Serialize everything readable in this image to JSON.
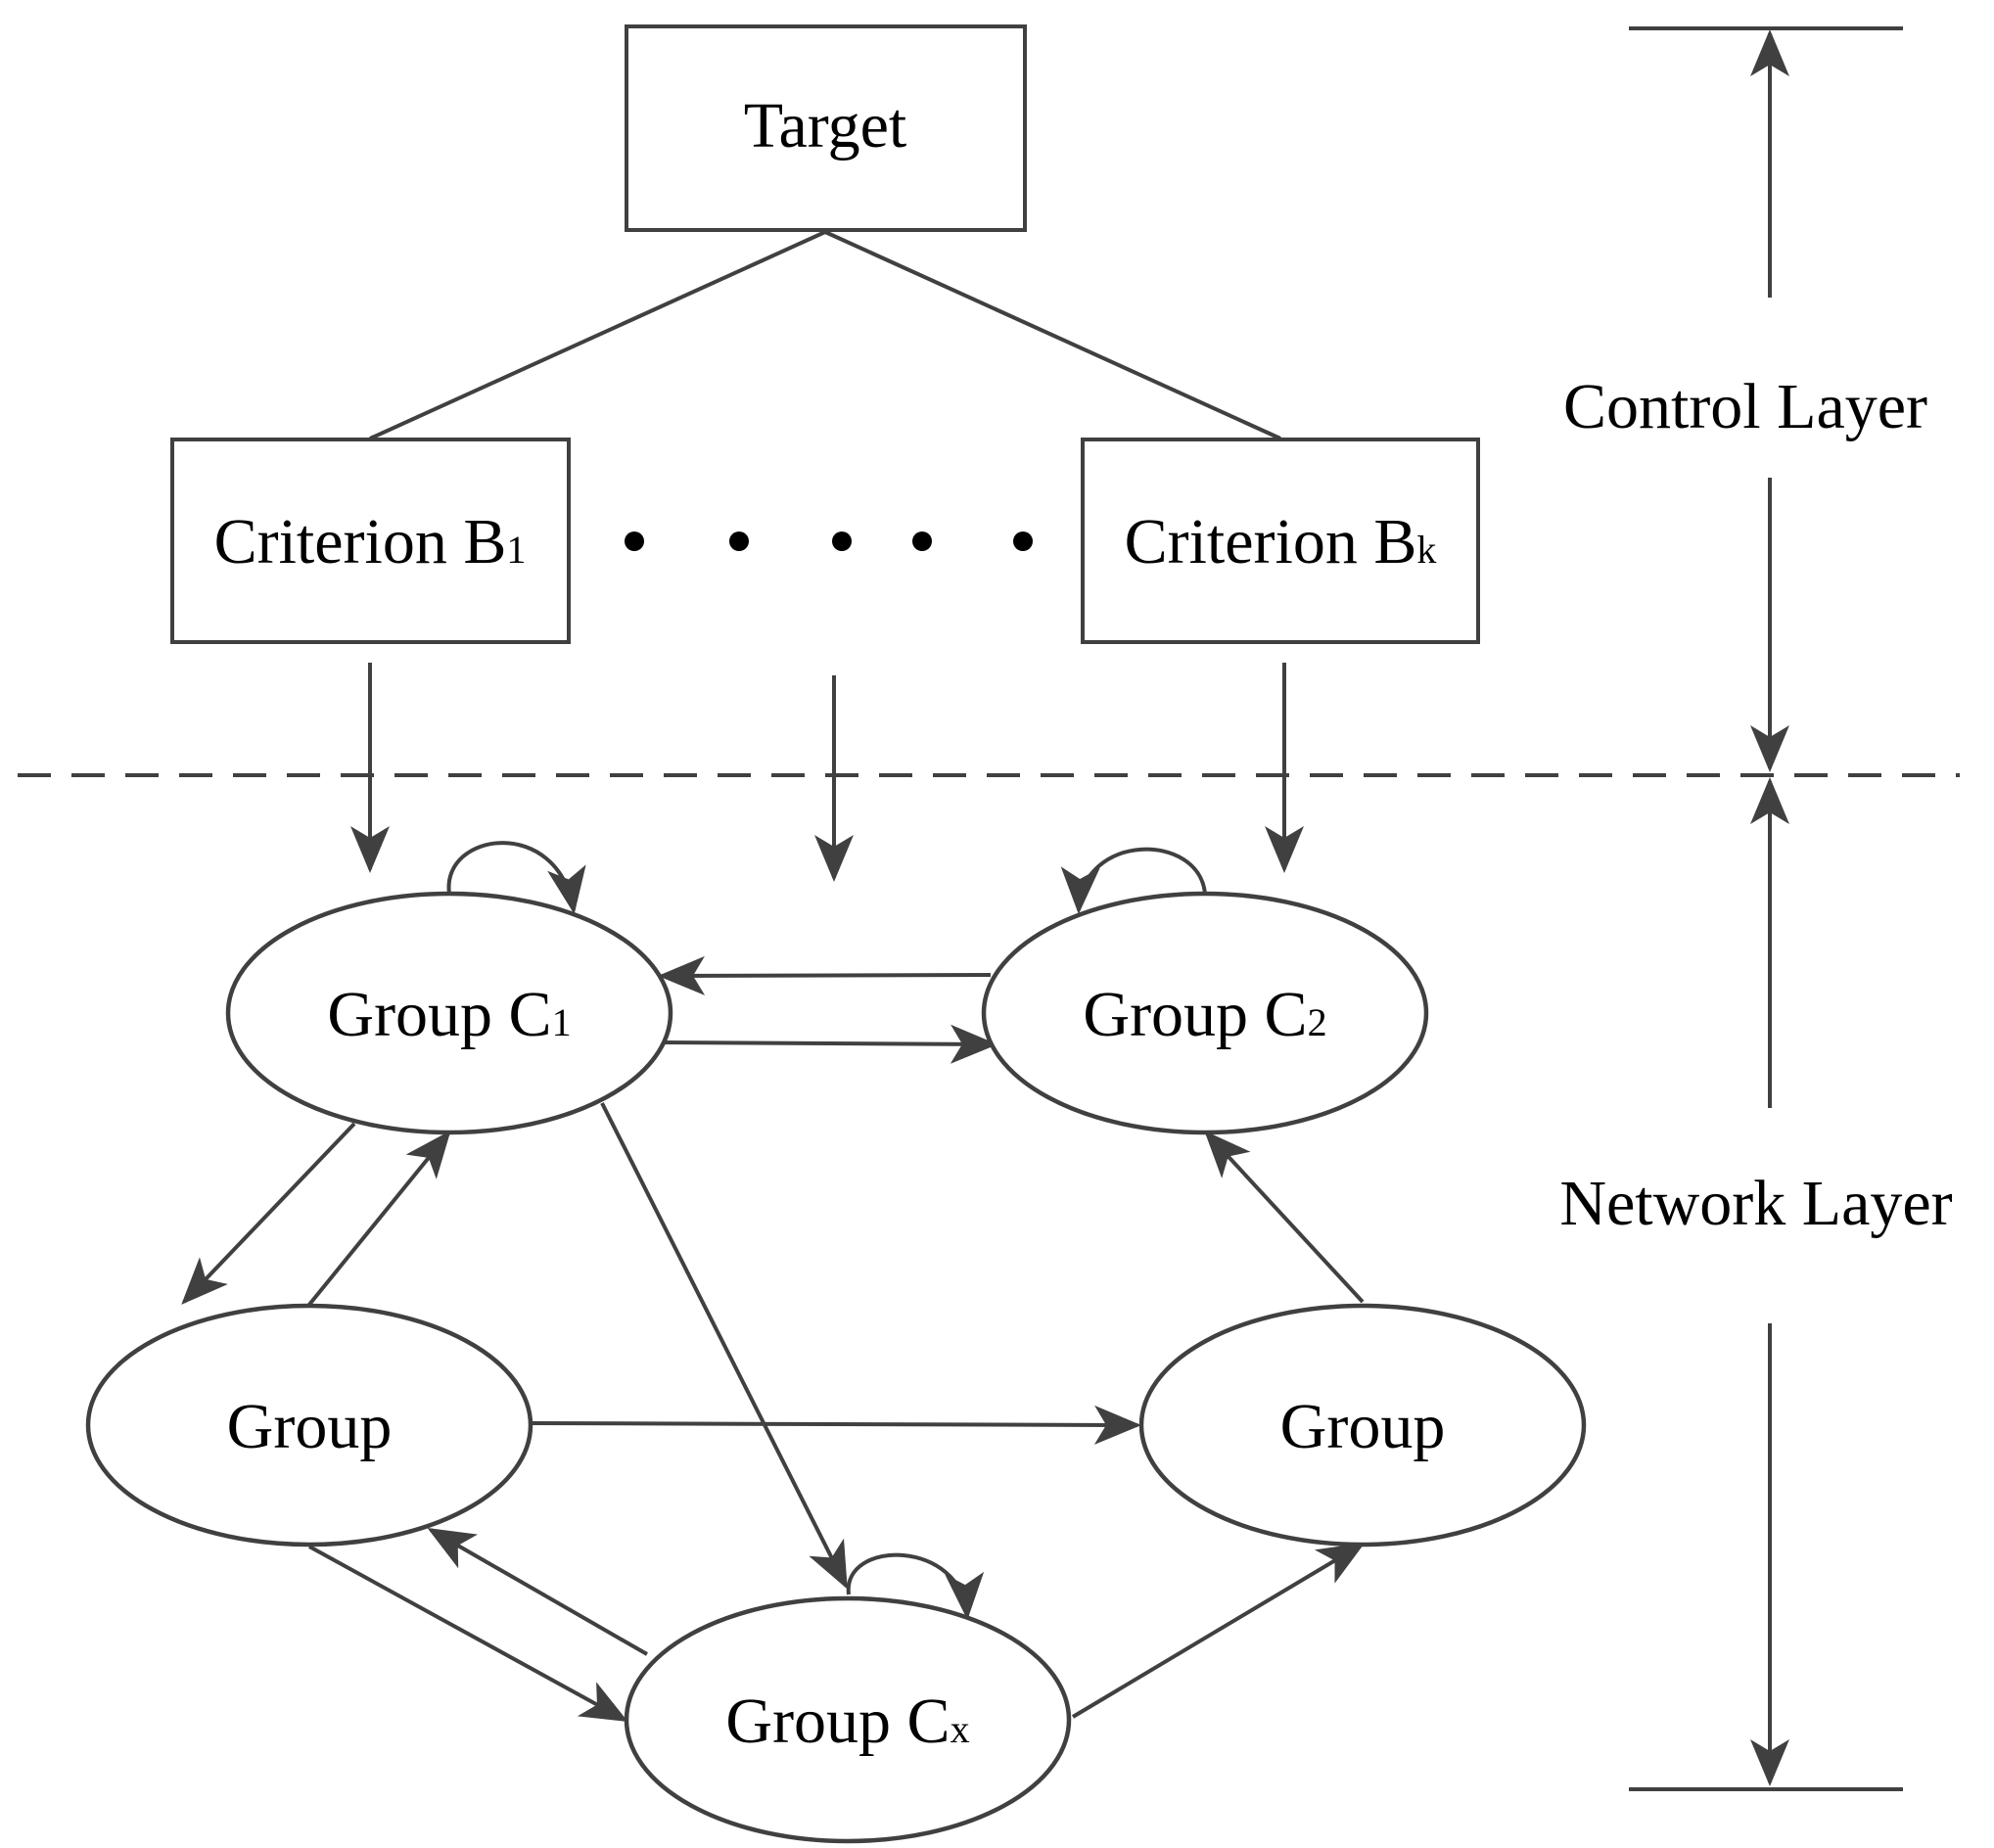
{
  "diagram": {
    "target": "Target",
    "criteria": [
      {
        "label": "Criterion B",
        "sub": "1"
      },
      {
        "label": "Criterion B",
        "sub": "k"
      }
    ],
    "groups": {
      "c1": {
        "label": "Group C",
        "sub": "1"
      },
      "c2": {
        "label": "Group C",
        "sub": "2"
      },
      "left": {
        "label": "Group",
        "sub": ""
      },
      "right": {
        "label": "Group",
        "sub": ""
      },
      "cx": {
        "label": "Group C",
        "sub": "x"
      }
    },
    "layers": {
      "control": "Control Layer",
      "network": "Network Layer"
    }
  }
}
